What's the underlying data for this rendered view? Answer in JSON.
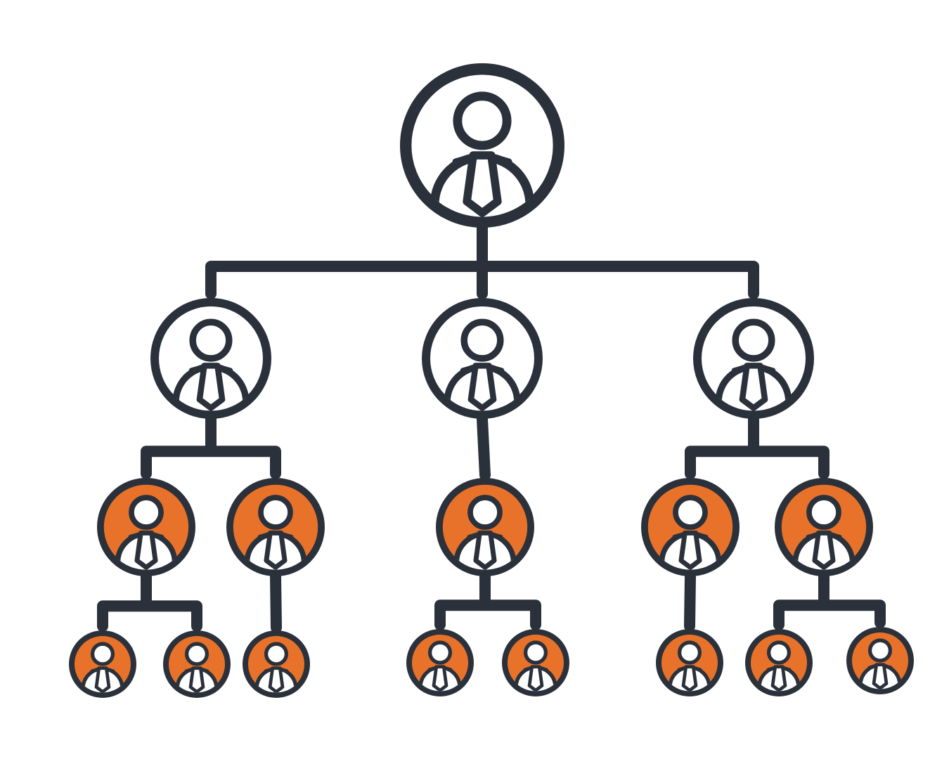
{
  "colors": {
    "outline": "#2b313b",
    "accent": "#e8722a",
    "plain_fill": "#ffffff",
    "background": "#ffffff"
  },
  "chart_data": {
    "type": "org-chart",
    "icon": "person-with-tie-icon",
    "nodes": [
      {
        "id": "root",
        "parent": null,
        "level": 0,
        "style": "plain"
      },
      {
        "id": "l1-left",
        "parent": "root",
        "level": 1,
        "style": "plain"
      },
      {
        "id": "l1-center",
        "parent": "root",
        "level": 1,
        "style": "plain"
      },
      {
        "id": "l1-right",
        "parent": "root",
        "level": 1,
        "style": "plain"
      },
      {
        "id": "l2-1",
        "parent": "l1-left",
        "level": 2,
        "style": "accent"
      },
      {
        "id": "l2-2",
        "parent": "l1-left",
        "level": 2,
        "style": "accent"
      },
      {
        "id": "l2-3",
        "parent": "l1-center",
        "level": 2,
        "style": "accent"
      },
      {
        "id": "l2-4",
        "parent": "l1-right",
        "level": 2,
        "style": "accent"
      },
      {
        "id": "l2-5",
        "parent": "l1-right",
        "level": 2,
        "style": "accent"
      },
      {
        "id": "l3-1",
        "parent": "l2-1",
        "level": 3,
        "style": "accent"
      },
      {
        "id": "l3-2",
        "parent": "l2-1",
        "level": 3,
        "style": "accent"
      },
      {
        "id": "l3-3",
        "parent": "l2-2",
        "level": 3,
        "style": "accent"
      },
      {
        "id": "l3-4",
        "parent": "l2-3",
        "level": 3,
        "style": "accent"
      },
      {
        "id": "l3-5",
        "parent": "l2-3",
        "level": 3,
        "style": "accent"
      },
      {
        "id": "l3-6",
        "parent": "l2-4",
        "level": 3,
        "style": "accent"
      },
      {
        "id": "l3-7",
        "parent": "l2-5",
        "level": 3,
        "style": "accent"
      },
      {
        "id": "l3-8",
        "parent": "l2-5",
        "level": 3,
        "style": "accent"
      }
    ]
  }
}
